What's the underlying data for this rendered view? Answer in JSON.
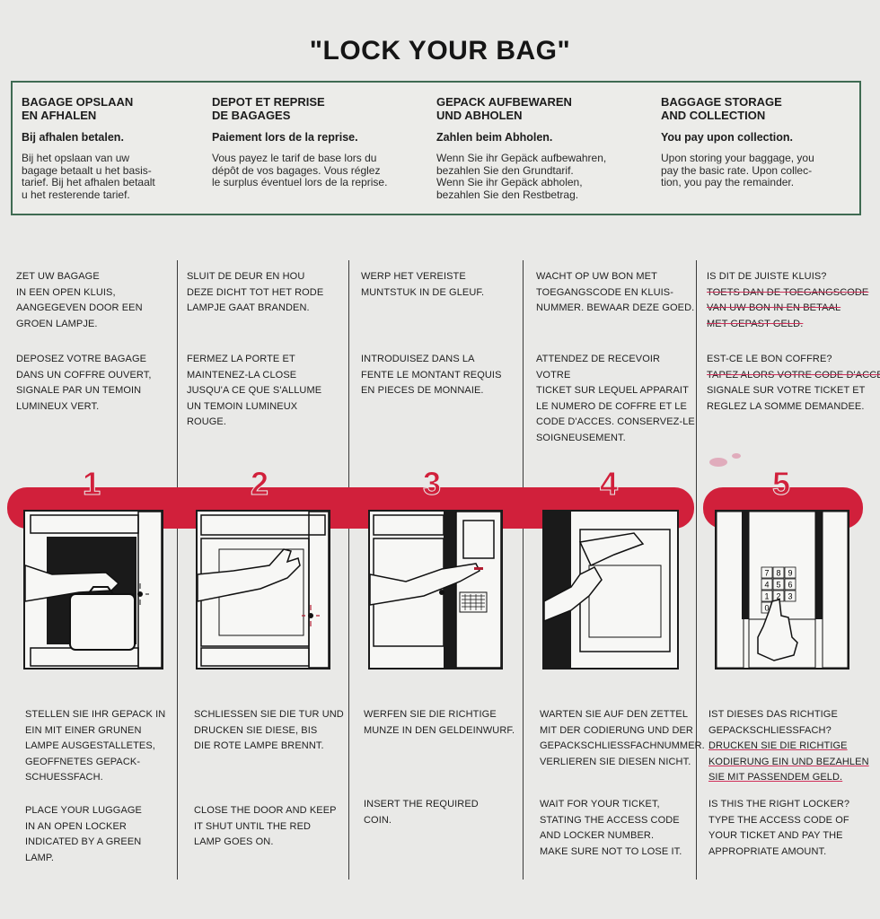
{
  "title": "\"LOCK YOUR BAG\"",
  "info": [
    {
      "heading_l1": "BAGAGE OPSLAAN",
      "heading_l2": "EN AFHALEN",
      "pay": "Bij afhalen betalen.",
      "desc": [
        "Bij het opslaan van uw",
        "bagage betaalt u het basis-",
        "tarief. Bij het afhalen betaalt",
        "u het resterende tarief."
      ]
    },
    {
      "heading_l1": "DEPOT ET REPRISE",
      "heading_l2": "DE BAGAGES",
      "pay": "Paiement lors de la reprise.",
      "desc": [
        "Vous payez le tarif de base lors du",
        "dépôt de vos bagages. Vous réglez",
        "le surplus éventuel lors de la reprise."
      ]
    },
    {
      "heading_l1": "GEPACK AUFBEWAREN",
      "heading_l2": "UND ABHOLEN",
      "pay": "Zahlen beim Abholen.",
      "desc": [
        "Wenn Sie ihr Gepäck aufbewahren,",
        "bezahlen Sie den Grundtarif.",
        "Wenn Sie ihr Gepäck abholen,",
        "bezahlen Sie den Restbetrag."
      ]
    },
    {
      "heading_l1": "BAGGAGE STORAGE",
      "heading_l2": "AND COLLECTION",
      "pay": "You pay upon collection.",
      "desc": [
        "Upon storing your baggage, you",
        "pay the basic rate. Upon collec-",
        "tion, you pay the remainder."
      ]
    }
  ],
  "steps": [
    {
      "number": "1",
      "nl": [
        "ZET UW BAGAGE",
        "IN EEN OPEN KLUIS,",
        "AANGEGEVEN DOOR EEN",
        "GROEN LAMPJE."
      ],
      "fr": [
        "DEPOSEZ VOTRE BAGAGE",
        "DANS UN COFFRE OUVERT,",
        "SIGNALE PAR UN TEMOIN",
        "LUMINEUX VERT."
      ],
      "de": [
        "STELLEN SIE IHR GEPACK IN",
        "EIN MIT EINER GRUNEN",
        "LAMPE AUSGESTALLETES,",
        "GEOFFNETES GEPACK-",
        "SCHUEßFACH."
      ],
      "en": [
        "PLACE YOUR LUGGAGE",
        "IN AN OPEN LOCKER",
        "INDICATED BY A GREEN",
        "LAMP."
      ]
    },
    {
      "number": "2",
      "nl": [
        "SLUIT DE DEUR EN HOU",
        "DEZE DICHT TOT HET RODE",
        "LAMPJE GAAT BRANDEN."
      ],
      "fr": [
        "FERMEZ LA PORTE ET",
        "MAINTENEZ-LA CLOSE",
        "JUSQU'A CE QUE S'ALLUME",
        "UN TEMOIN LUMINEUX",
        "ROUGE."
      ],
      "de": [
        "SCHLIEßEN SIE DIE TUR UND",
        "DRUCKEN SIE DIESE, BIS",
        "DIE ROTE LAMPE BRENNT."
      ],
      "en": [
        "CLOSE THE DOOR AND KEEP",
        "IT SHUT UNTIL THE RED",
        "LAMP GOES ON."
      ]
    },
    {
      "number": "3",
      "nl": [
        "WERP HET VEREISTE",
        "MUNTSTUK IN DE GLEUF."
      ],
      "fr": [
        "INTRODUISEZ DANS LA",
        "FENTE LE MONTANT REQUIS",
        "EN PIECES DE MONNAIE."
      ],
      "de": [
        "WERFEN SIE DIE RICHTIGE",
        "MUNZE IN DEN GELDEINWURF."
      ],
      "en": [
        "INSERT THE REQUIRED",
        "COIN."
      ]
    },
    {
      "number": "4",
      "nl": [
        "WACHT OP UW BON MET",
        "TOEGANGSCODE EN KLUIS-",
        "NUMMER. BEWAAR DEZE GOED."
      ],
      "fr": [
        "ATTENDEZ DE RECEVOIR VOTRE",
        "TICKET SUR LEQUEL APPARAIT",
        "LE NUMERO DE COFFRE ET LE",
        "CODE D'ACCES. CONSERVEZ-LE",
        "SOIGNEUSEMENT."
      ],
      "de": [
        "WARTEN SIE AUF DEN ZETTEL",
        "MIT DER CODIERUNG UND DER",
        "GEPACKSCHLIEßFACHNUMMER.",
        "VERLIEREN SIE DIESEN NICHT."
      ],
      "en": [
        "WAIT FOR YOUR TICKET,",
        "STATING THE ACCESS CODE",
        "AND LOCKER NUMBER.",
        "MAKE SURE NOT TO LOSE IT."
      ]
    },
    {
      "number": "5",
      "nl": [
        "IS DIT DE JUISTE KLUIS?",
        "TOETS DAN DE TOEGANGSCODE",
        "VAN UW BON IN EN BETAAL",
        "MET GEPAST GELD."
      ],
      "fr": [
        "EST-CE LE BON COFFRE?",
        "TAPEZ ALORS VOTRE CODE D'ACCE",
        "SIGNALE SUR VOTRE TICKET ET",
        "REGLEZ LA SOMME DEMANDEE."
      ],
      "de": [
        "IST DIESES DAS RICHTIGE",
        "GEPACKSCHLIEßFACH?",
        "DRUCKEN SIE DIE RICHTIGE",
        "KODIERUNG EIN UND BEZAHLEN",
        "SIE MIT PASSENDEM GELD."
      ],
      "en": [
        "IS THIS THE RIGHT LOCKER?",
        "TYPE THE ACCESS CODE OF",
        "YOUR TICKET AND PAY THE",
        "APPROPRIATE AMOUNT."
      ]
    }
  ],
  "keypad": [
    "7",
    "8",
    "9",
    "4",
    "5",
    "6",
    "1",
    "2",
    "3",
    "0"
  ],
  "colors": {
    "accent_red": "#d1203b",
    "box_border": "#3f6b52",
    "background": "#e9e9e7"
  }
}
